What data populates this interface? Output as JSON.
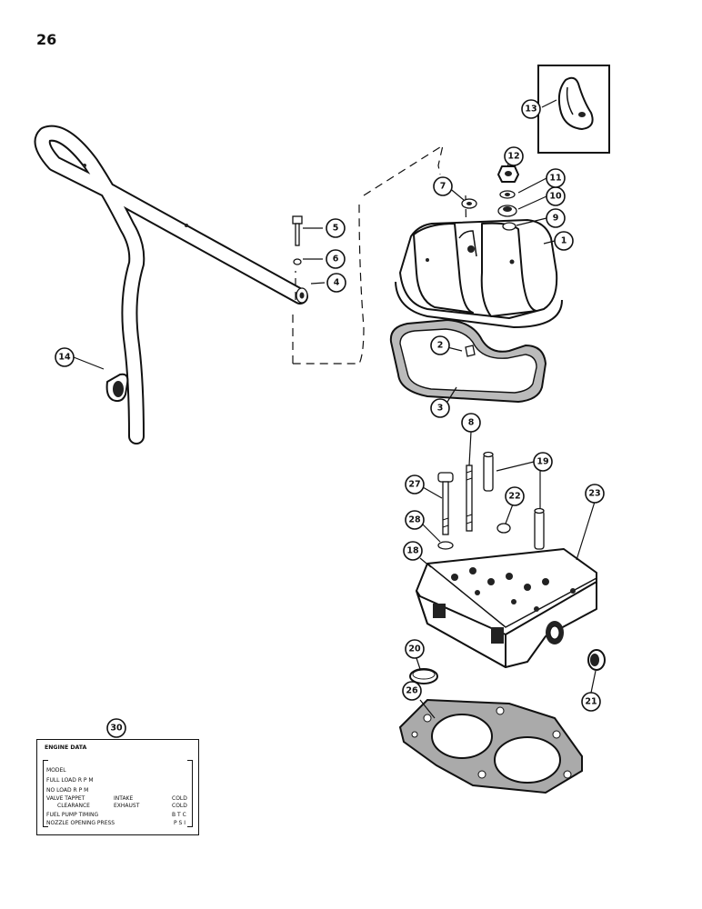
{
  "page": {
    "number": "26"
  },
  "callouts": {
    "c1": "1",
    "c2": "2",
    "c3": "3",
    "c4": "4",
    "c5": "5",
    "c6": "6",
    "c7": "7",
    "c8": "8",
    "c9": "9",
    "c10": "10",
    "c11": "11",
    "c12": "12",
    "c13": "13",
    "c14": "14",
    "c18": "18",
    "c19": "19",
    "c20": "20",
    "c21": "21",
    "c22": "22",
    "c23": "23",
    "c26": "26",
    "c27": "27",
    "c28": "28",
    "c30": "30"
  },
  "engine_data_plate": {
    "title": "ENGINE DATA",
    "model": "MODEL",
    "full_load": "FULL LOAD R P M",
    "no_load": "NO LOAD R P M",
    "valve_tappet": "VALVE TAPPET",
    "clearance": "CLEARANCE",
    "intake": "INTAKE",
    "exhaust": "EXHAUST",
    "cold_1": "COLD",
    "cold_2": "COLD",
    "fuel_pump_timing": "FUEL PUMP TIMING",
    "btc": "B T C",
    "nozzle_opening": "NOZZLE OPENING PRESS",
    "psi": "P S I"
  }
}
